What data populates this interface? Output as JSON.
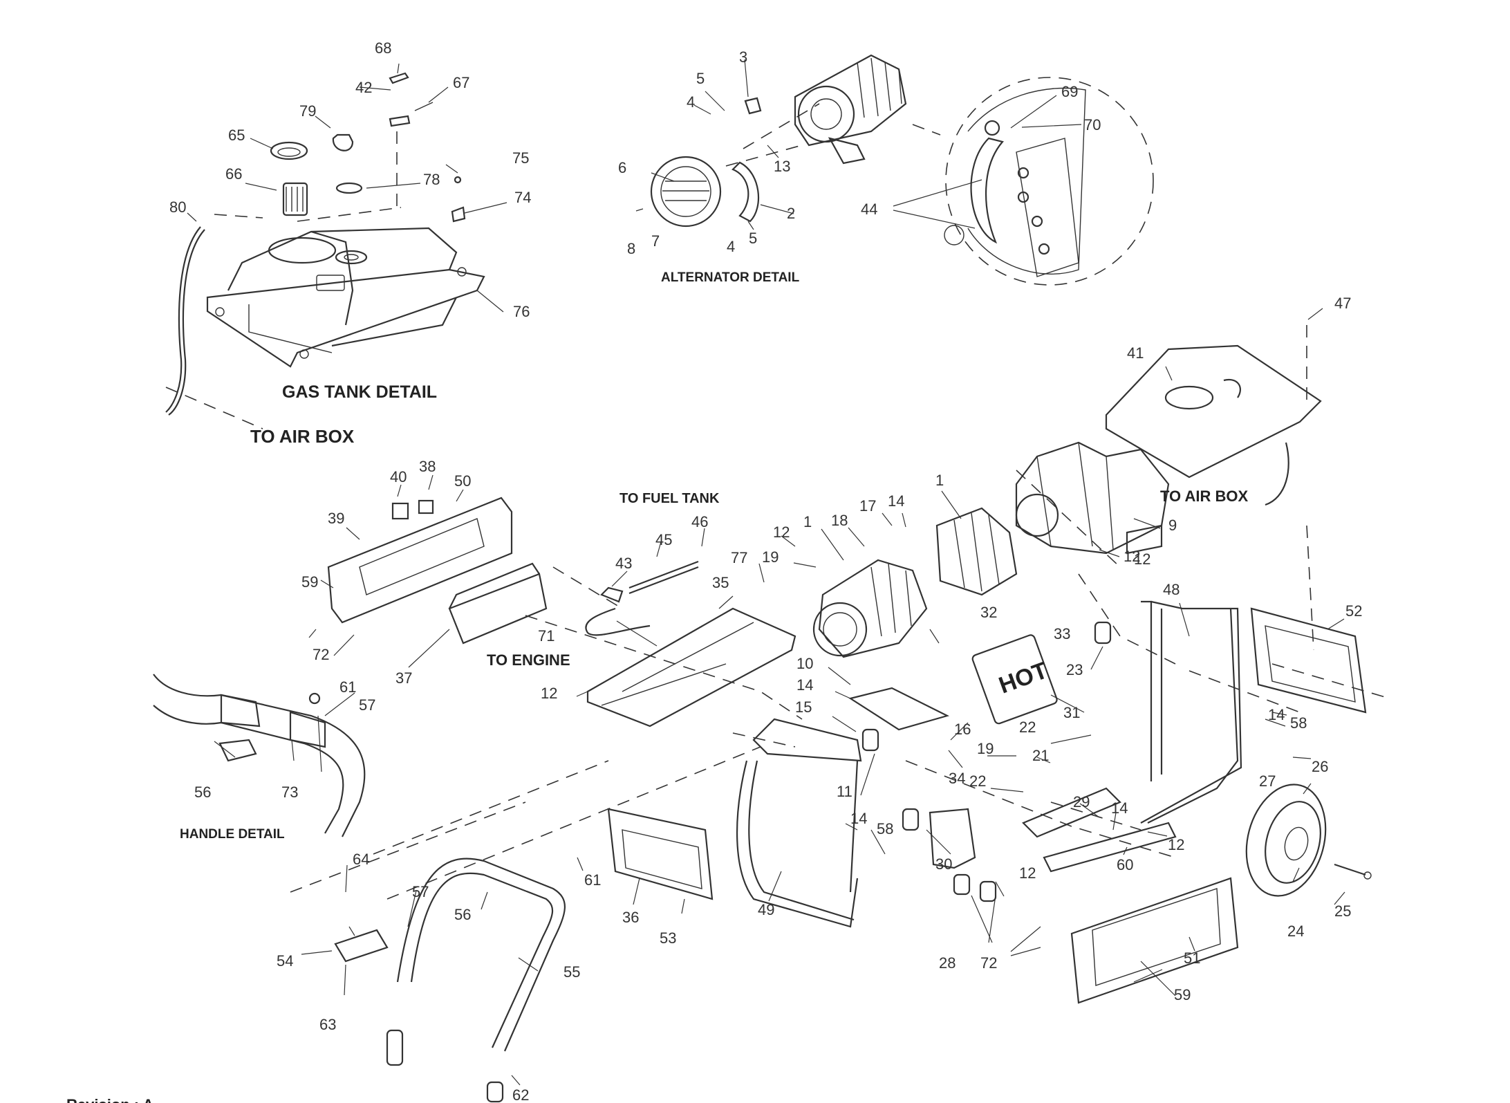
{
  "captions": {
    "gas_tank_detail": "GAS TANK DETAIL",
    "alternator_detail": "ALTERNATOR DETAIL",
    "handle_detail": "HANDLE DETAIL",
    "to_air_box_left": "TO AIR BOX",
    "to_air_box_right": "TO AIR BOX",
    "to_fuel_tank": "TO FUEL TANK",
    "to_engine": "TO ENGINE",
    "hot_label": "HOT",
    "revision": "Revision : A"
  },
  "callouts": [
    "68",
    "42",
    "67",
    "79",
    "65",
    "66",
    "78",
    "75",
    "74",
    "80",
    "76",
    "3",
    "5",
    "4",
    "13",
    "6",
    "7",
    "8",
    "2",
    "4",
    "5",
    "69",
    "70",
    "44",
    "47",
    "41",
    "1",
    "9",
    "12",
    "40",
    "38",
    "50",
    "39",
    "59",
    "72",
    "37",
    "43",
    "45",
    "46",
    "71",
    "35",
    "77",
    "12",
    "18",
    "17",
    "14",
    "1",
    "12",
    "19",
    "32",
    "33",
    "12",
    "10",
    "14",
    "15",
    "16",
    "11",
    "34",
    "23",
    "31",
    "22",
    "19",
    "21",
    "22",
    "48",
    "52",
    "14",
    "58",
    "26",
    "27",
    "29",
    "14",
    "12",
    "60",
    "24",
    "25",
    "61",
    "57",
    "56",
    "73",
    "64",
    "57",
    "56",
    "54",
    "63",
    "61",
    "55",
    "62",
    "36",
    "53",
    "49",
    "14",
    "58",
    "30",
    "12",
    "28",
    "72",
    "51",
    "59"
  ]
}
